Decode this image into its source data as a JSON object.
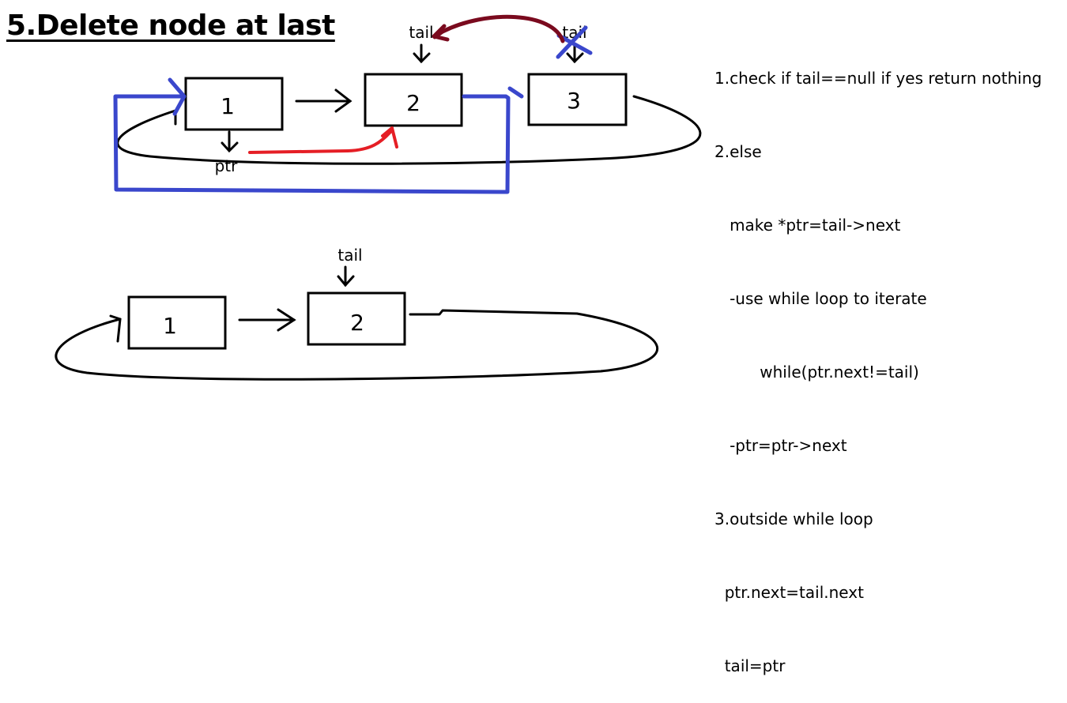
{
  "title": "5.Delete node at last",
  "top_diagram": {
    "nodes": [
      "1",
      "2",
      "3"
    ],
    "tail_label": "tail",
    "old_tail_label": "tail",
    "ptr_label": "ptr"
  },
  "bottom_diagram": {
    "nodes": [
      "1",
      "2"
    ],
    "tail_label": "tail"
  },
  "colors": {
    "ink": "#000000",
    "blue": "#3a47cc",
    "red": "#e51e25",
    "maroon": "#7a0a1e"
  },
  "steps": [
    "1.check if tail==null if yes return nothing",
    "2.else",
    "   make *ptr=tail->next",
    "   -use while loop to iterate",
    "         while(ptr.next!=tail)",
    "   -ptr=ptr->next",
    "3.outside while loop",
    "  ptr.next=tail.next",
    "  tail=ptr"
  ]
}
